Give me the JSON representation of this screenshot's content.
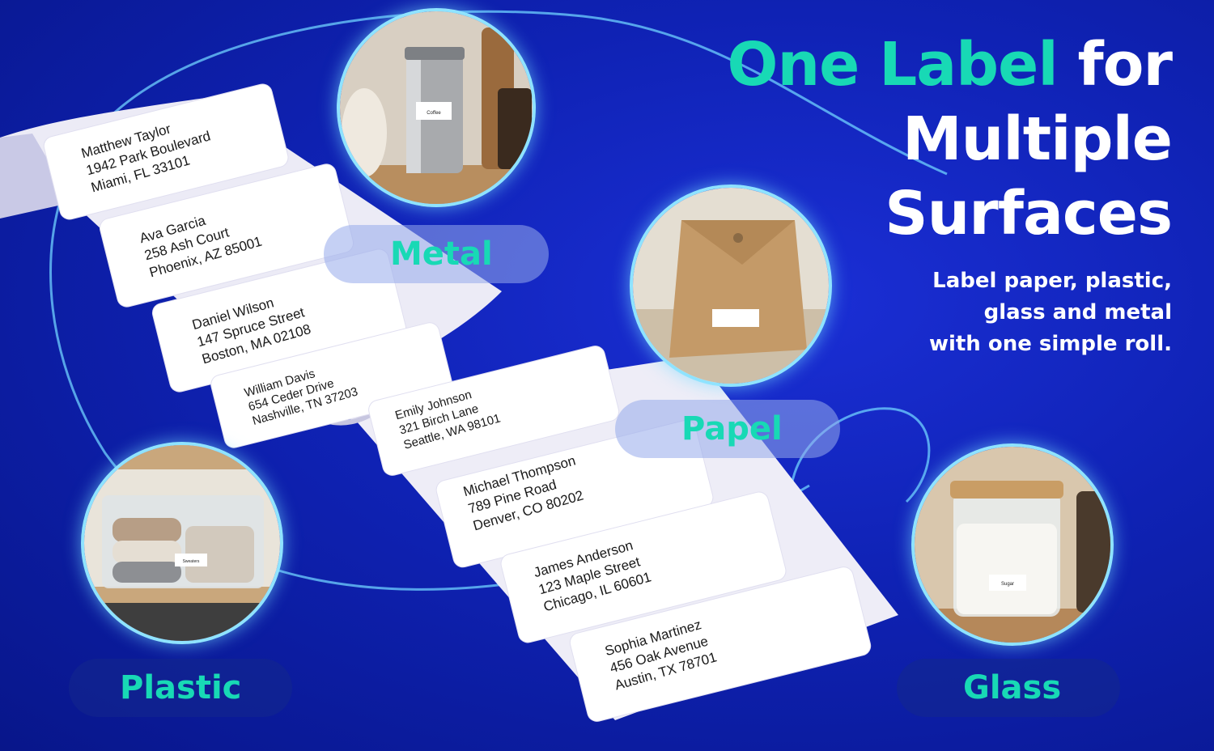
{
  "headline": {
    "accent": "One Label",
    "rest_line1": "for",
    "line2": "Multiple",
    "line3": "Surfaces"
  },
  "subtitle": {
    "line1": "Label paper, plastic,",
    "line2": "glass and metal",
    "line3": "with one simple roll."
  },
  "surfaces": {
    "metal": "Metal",
    "paper": "Papel",
    "plastic": "Plastic",
    "glass": "Glass"
  },
  "object_tags": {
    "metal": "Coffee",
    "plastic": "Sweaters",
    "glass": "Sugar"
  },
  "addresses": [
    {
      "name": "Matthew Taylor",
      "street": "1942 Park Boulevard",
      "city": "Miami, FL 33101"
    },
    {
      "name": "Ava Garcia",
      "street": "258 Ash Court",
      "city": "Phoenix, AZ 85001"
    },
    {
      "name": "Daniel Wilson",
      "street": "147 Spruce Street",
      "city": "Boston, MA 02108"
    },
    {
      "name": "William Davis",
      "street": "654 Ceder Drive",
      "city": "Nashville, TN 37203"
    },
    {
      "name": "Emily Johnson",
      "street": "321 Birch Lane",
      "city": "Seattle, WA 98101"
    },
    {
      "name": "Michael Thompson",
      "street": "789 Pine Road",
      "city": "Denver, CO 80202"
    },
    {
      "name": "James Anderson",
      "street": "123 Maple Street",
      "city": "Chicago, IL 60601"
    },
    {
      "name": "Sophia Martinez",
      "street": "456 Oak Avenue",
      "city": "Austin, TX 78701"
    }
  ],
  "colors": {
    "background": "#0f22b4",
    "accent": "#18d9b5",
    "glow": "#8fe3ff",
    "text": "#ffffff"
  }
}
